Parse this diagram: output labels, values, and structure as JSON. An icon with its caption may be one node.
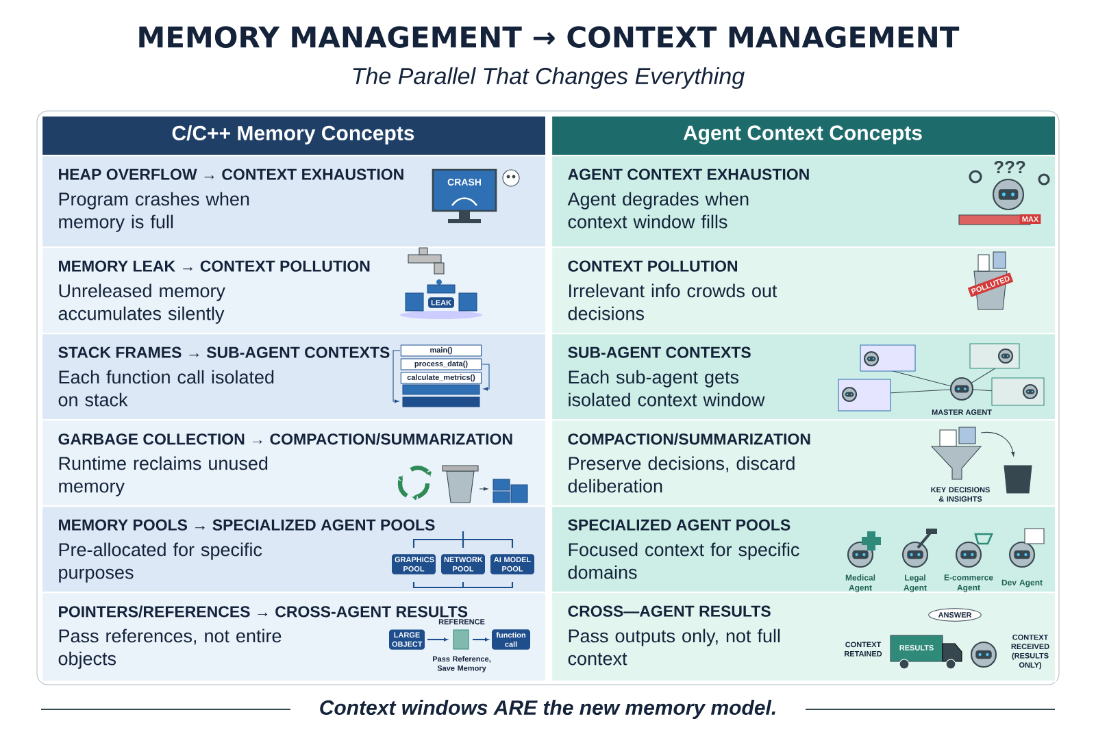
{
  "diagram": {
    "title": "MEMORY MANAGEMENT → CONTEXT MANAGEMENT",
    "caption": "Context windows ARE the new memory model.",
    "nodes": [
      {
        "text": [
          "C/C++ Memory Concepts"
        ]
      },
      {
        "text": [
          "Agent Context Concepts"
        ]
      },
      {
        "text": [
          "HEAP OVERFLOW → CONTEXT EXHAUSTION",
          "Program crashes when memory is full"
        ]
      },
      {
        "text": [
          "AGENT CONTEXT EXHAUSTION",
          "Agent degrades when context window fills"
        ]
      },
      {
        "text": [
          "MEMORY LEAK → CONTEXT POLLUTION",
          "Unreleased memory accumulates silently"
        ]
      },
      {
        "text": [
          "CONTEXT POLLUTION",
          "Irrelevant info crowds out decisions"
        ]
      },
      {
        "text": [
          "STACK FRAMES → SUB-AGENT CONTEXTS",
          "Each function call isolated on stack"
        ]
      },
      {
        "text": [
          "SUB-AGENT CONTEXTS",
          "Each sub-agent gets isolated context window"
        ]
      },
      {
        "text": [
          "GARBAGE COLLECTION → COMPACTION/SUMMARIZATION",
          "Runtime reclaims unused memory"
        ]
      },
      {
        "text": [
          "COMPACTION/SUMMARIZATION",
          "Preserve decisions, discard deliberation"
        ]
      },
      {
        "text": [
          "MEMORY POOLS → SPECIALIZED AGENT POOLS",
          "Pre-allocated for specific purposes"
        ]
      },
      {
        "text": [
          "SPECIALIZED AGENT POOLS",
          "Focused context for specific domains"
        ]
      },
      {
        "text": [
          "POINTERS/REFERENCES → CROSS-AGENT RESULTS",
          "Pass references, not entire objects"
        ]
      },
      {
        "text": [
          "CROSS—AGENT RESULTS",
          "Pass outputs only, not full context"
        ]
      }
    ],
    "labels": [
      "The Parallel That Changes Everything",
      "CRASH",
      "LEAK",
      "main()",
      "process_data()",
      "calculate_metrics()",
      "GRAPHICS POOL",
      "NETWORK POOL",
      "AI MODEL POOL",
      "LARGE OBJECT",
      "REFERENCE",
      "Pass Reference, Save Memory",
      "function call",
      "???",
      "MAX",
      "POLLUTED",
      "MASTER AGENT",
      "KEY DECISIONS & INSIGHTS",
      "Medical Agent",
      "Legal Agent",
      "E-commerce Agent",
      "Dev Agent",
      "ANSWER",
      "CONTEXT RETAINED",
      "RESULTS",
      "CONTEXT RECEIVED (RESULTS ONLY)"
    ]
  }
}
